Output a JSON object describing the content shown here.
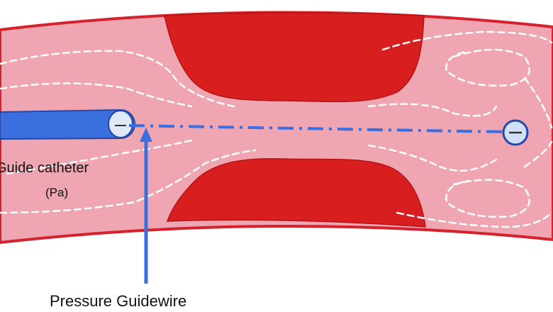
{
  "labels": {
    "guide_catheter": "Guide catheter",
    "guide_catheter_sub": "(Pa)",
    "pressure_guidewire": "Pressure Guidewire"
  },
  "colors": {
    "vessel_fill": "#f0a6b2",
    "vessel_wall": "#d4232d",
    "plaque": "#d81e1e",
    "device_blue": "#3b6fe0",
    "flow": "#ffffff"
  }
}
